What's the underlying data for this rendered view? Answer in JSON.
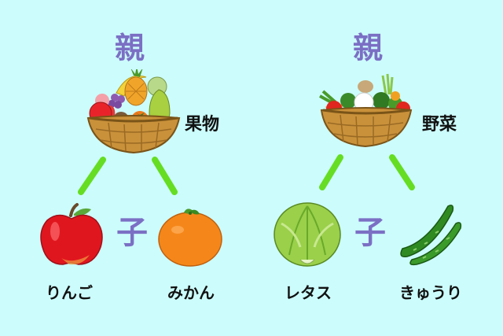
{
  "groups": [
    {
      "parent_label": "親",
      "category_label": "果物",
      "child_label": "子",
      "children": [
        {
          "name": "りんご",
          "icon": "apple-icon"
        },
        {
          "name": "みかん",
          "icon": "mandarin-orange-icon"
        }
      ],
      "parent_icon": "fruit-basket-icon"
    },
    {
      "parent_label": "親",
      "category_label": "野菜",
      "child_label": "子",
      "children": [
        {
          "name": "レタス",
          "icon": "lettuce-icon"
        },
        {
          "name": "きゅうり",
          "icon": "cucumber-icon"
        }
      ],
      "parent_icon": "vegetable-basket-icon"
    }
  ],
  "colors": {
    "background": "#ccfcfc",
    "label_purple": "#7b6fc4",
    "connector_green": "#66dd22"
  }
}
